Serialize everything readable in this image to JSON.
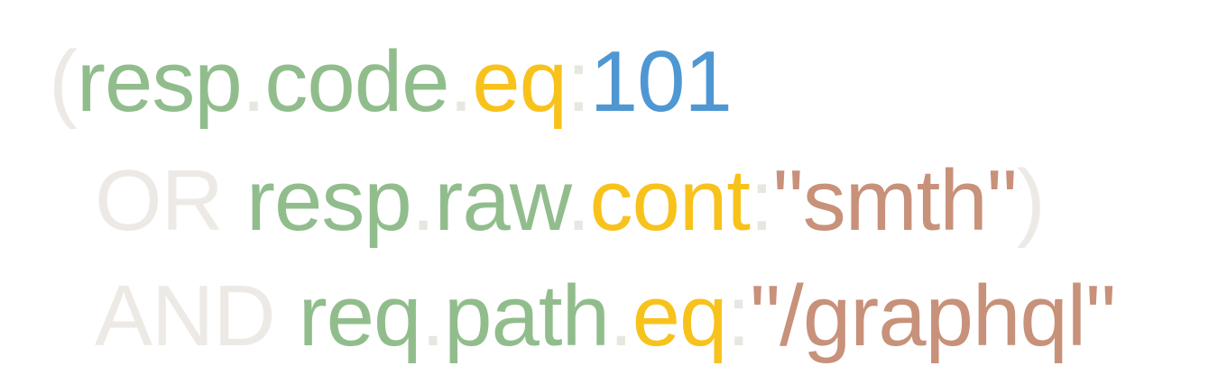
{
  "query": {
    "colors": {
      "paren": "#EDEAE6",
      "operator": "#EDEAE6",
      "separator": "#E9E6E2",
      "field": "#91BD8D",
      "method": "#F7C21B",
      "number": "#4F97D2",
      "string": "#C8917A"
    },
    "line1": {
      "open_paren": "(",
      "field1": "resp",
      "dot1": ".",
      "field2": "code",
      "dot2": ".",
      "method": "eq",
      "colon": ":",
      "value": "101"
    },
    "line2": {
      "operator": "OR",
      "field1": "resp",
      "dot1": ".",
      "field2": "raw",
      "dot2": ".",
      "method": "cont",
      "colon": ":",
      "value": "\"smth\"",
      "close_paren": ")"
    },
    "line3": {
      "operator": "AND",
      "field1": "req",
      "dot1": ".",
      "field2": "path",
      "dot2": ".",
      "method": "eq",
      "colon": ":",
      "value": "\"/graphql\""
    }
  }
}
